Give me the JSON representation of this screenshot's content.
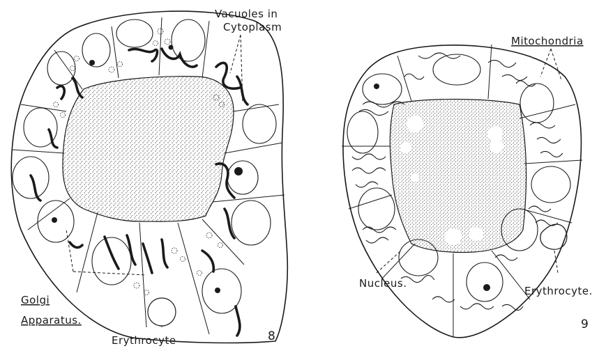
{
  "figure8": {
    "number": "8",
    "labels": {
      "vacuoles_line1": "Vacuoles in",
      "vacuoles_line2": "Cytoplasm",
      "golgi_line1": "Golgi",
      "golgi_line2": "Apparatus.",
      "erythrocyte": "Erythrocyte"
    }
  },
  "figure9": {
    "number": "9",
    "labels": {
      "mitochondria": "Mitochondria",
      "nucleus": "Nucleus.",
      "erythrocyte": "Erythrocyte."
    }
  },
  "colors": {
    "ink": "#1a1a1a",
    "paper": "#ffffff"
  }
}
